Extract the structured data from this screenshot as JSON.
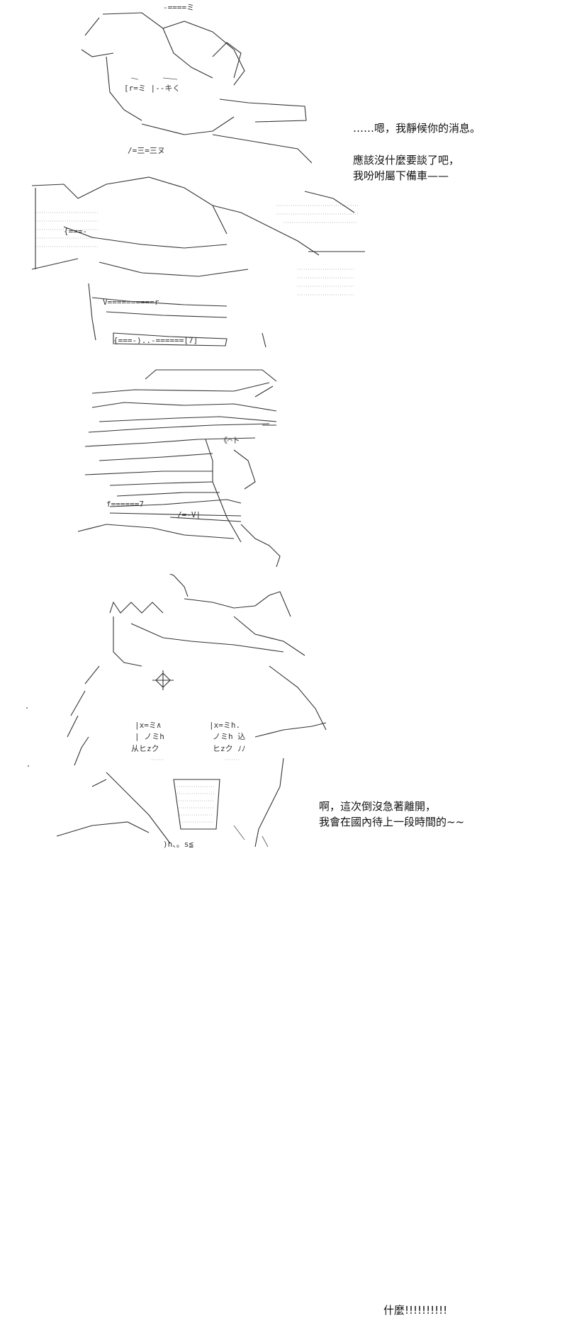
{
  "dialogues": {
    "panel1_line1": "……嗯，我靜候你的消息。",
    "panel1_line2": "應該沒什麼要談了吧，",
    "panel1_line3": "我吩咐屬下備車——",
    "panel2_line1": "啊，這次倒沒急著離開，",
    "panel2_line2": "我會在國內待上一段時間的~~",
    "panel3_line1": "什麼!!!!!!!!!!"
  }
}
